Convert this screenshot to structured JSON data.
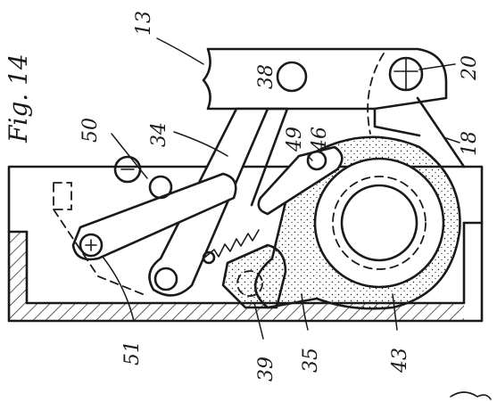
{
  "figure": {
    "caption": "Fig. 14",
    "line_color": "#1a1a1a",
    "background_color": "#ffffff"
  },
  "reference_numerals": {
    "n13": "13",
    "n18": "18",
    "n20": "20",
    "n34": "34",
    "n35": "35",
    "n38": "38",
    "n39": "39",
    "n43": "43",
    "n46": "46",
    "n49": "49",
    "n50": "50",
    "n51": "51"
  }
}
